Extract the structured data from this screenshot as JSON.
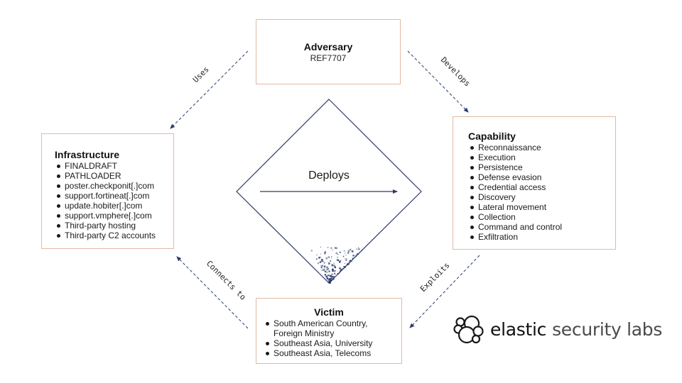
{
  "diagram": {
    "type": "diamond-model",
    "adversary": {
      "title": "Adversary",
      "subtitle": "REF7707"
    },
    "infrastructure": {
      "title": "Infrastructure",
      "items": [
        "FINALDRAFT",
        "PATHLOADER",
        "poster.checkponit[.]com",
        "support.fortineat[.]com",
        "update.hobiter[.]com",
        "support.vmphere[.]com",
        "Third-party hosting",
        "Third-party C2 accounts"
      ]
    },
    "capability": {
      "title": "Capability",
      "items": [
        "Reconnaissance",
        "Execution",
        "Persistence",
        "Defense evasion",
        "Credential access",
        "Discovery",
        "Lateral movement",
        "Collection",
        "Command and control",
        "Exfiltration"
      ]
    },
    "victim": {
      "title": "Victim",
      "items": [
        "South American Country, Foreign Ministry",
        "Southeast Asia, University",
        "Southeast Asia, Telecoms"
      ]
    },
    "edges": {
      "uses": "Uses",
      "develops": "Develops",
      "connects_to": "Connects to",
      "exploits": "Exploits",
      "deploys": "Deploys"
    },
    "colors": {
      "box_border": "#e3b9a4",
      "line": "#2b3a6b",
      "text": "#111111"
    }
  },
  "logo": {
    "icon": "elastic-cluster-icon",
    "brand_bold": "elastic",
    "brand_light": "security labs"
  }
}
